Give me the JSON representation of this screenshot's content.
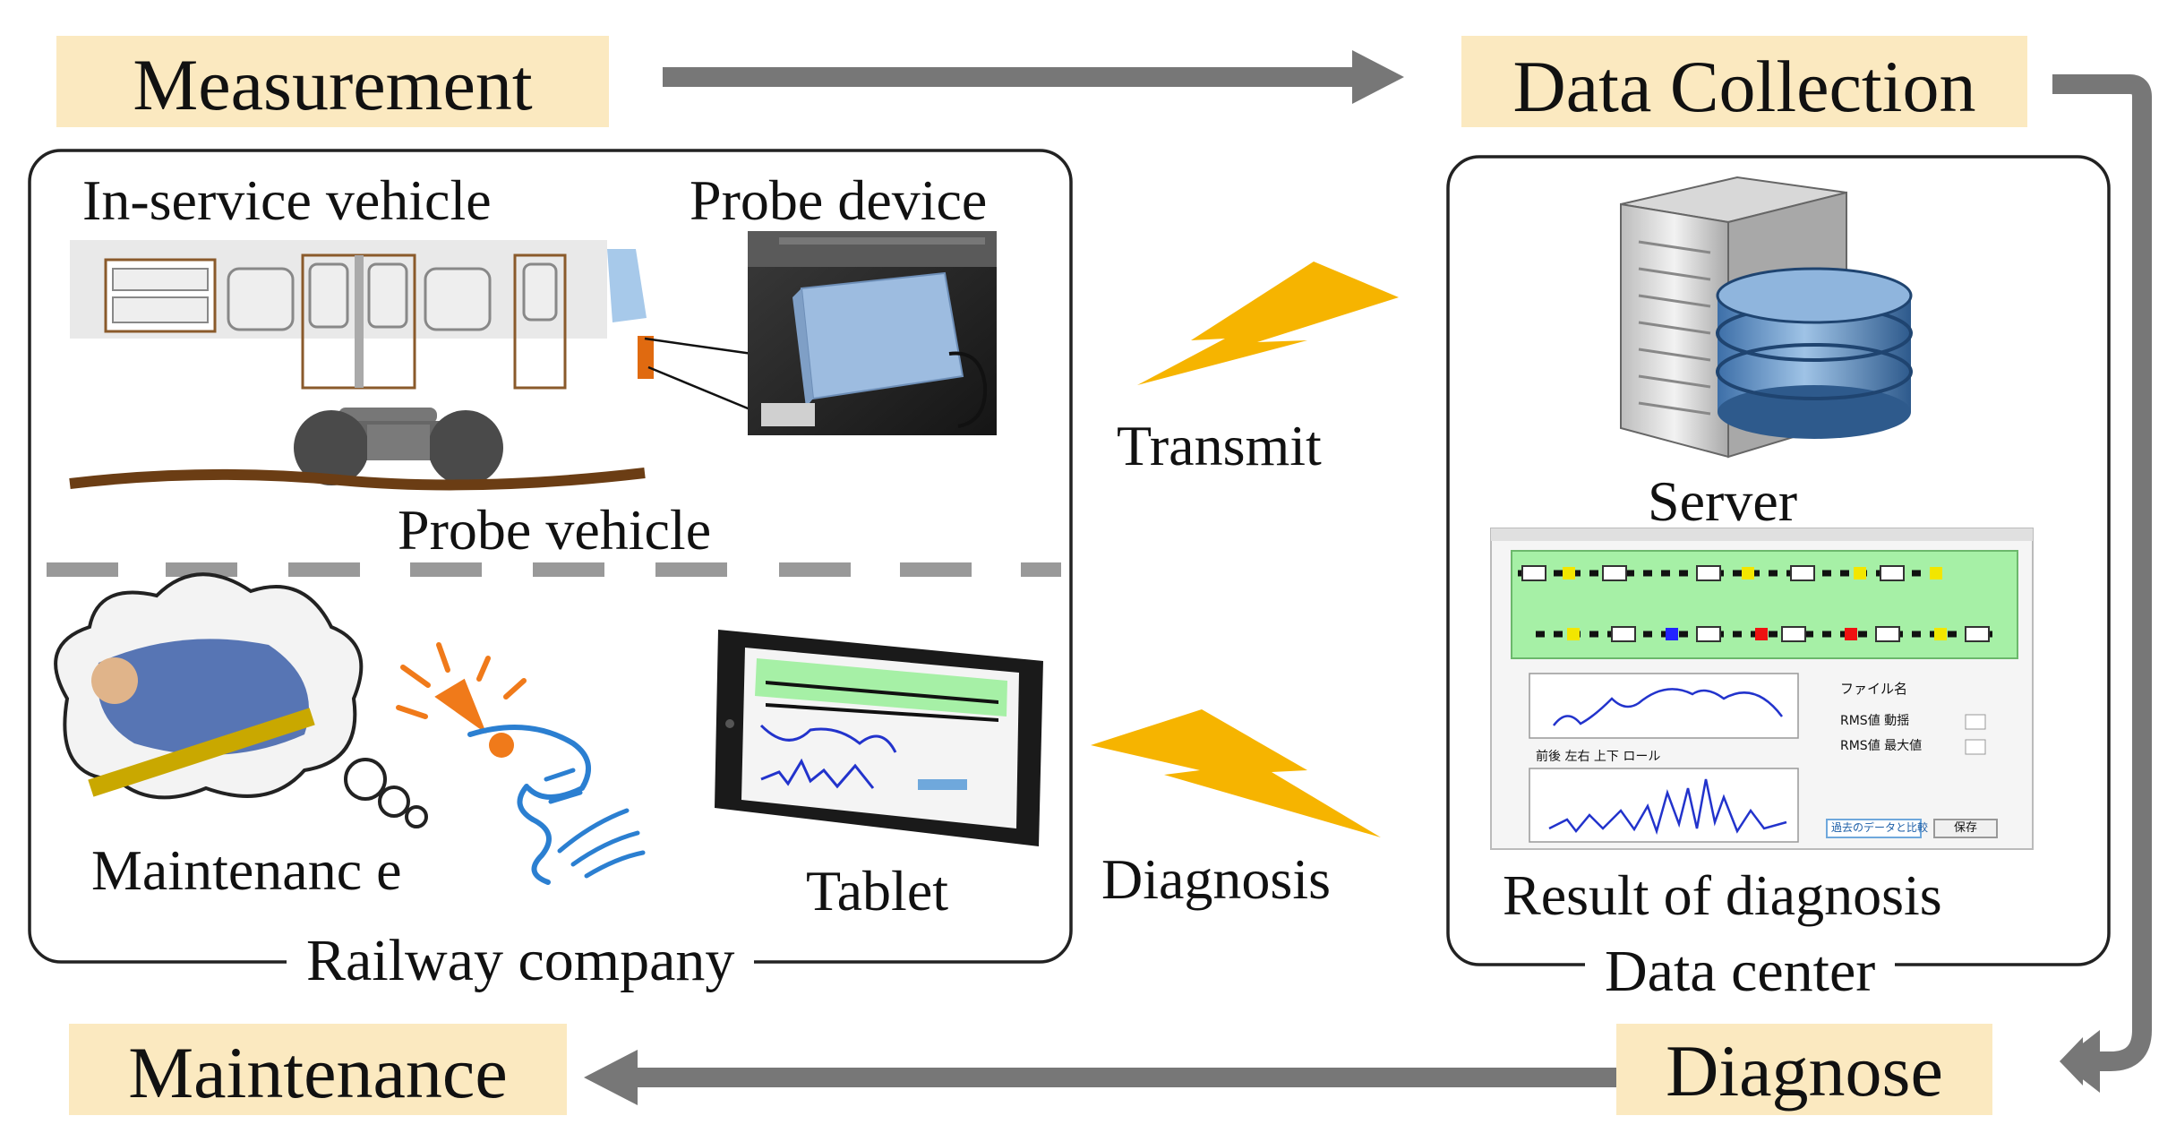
{
  "stages": {
    "measurement": "Measurement",
    "data_collection": "Data Collection",
    "diagnose": "Diagnose",
    "maintenance": "Maintenance"
  },
  "railway_company": {
    "title": "Railway company",
    "in_service_vehicle": "In-service vehicle",
    "probe_device": "Probe device",
    "probe_vehicle": "Probe vehicle",
    "maintenance": "Maintenanc e",
    "tablet": "Tablet"
  },
  "links": {
    "transmit": "Transmit",
    "diagnosis": "Diagnosis"
  },
  "data_center": {
    "title": "Data center",
    "server": "Server",
    "result": "Result of diagnosis",
    "screen": {
      "file_label": "ファイル名",
      "rms1": "RMS値 動揺",
      "rms2": "RMS値 最大値",
      "chart_label": "前後 左右 上下 ロール",
      "btn1": "過去のデータと比較",
      "btn2": "保存"
    }
  },
  "colors": {
    "stage_bg": "#fbe9c0",
    "flow_arrow": "#777777",
    "lightning": "#f6b400",
    "screen_green": "#a6f0a6",
    "plot_line": "#2233cc"
  }
}
